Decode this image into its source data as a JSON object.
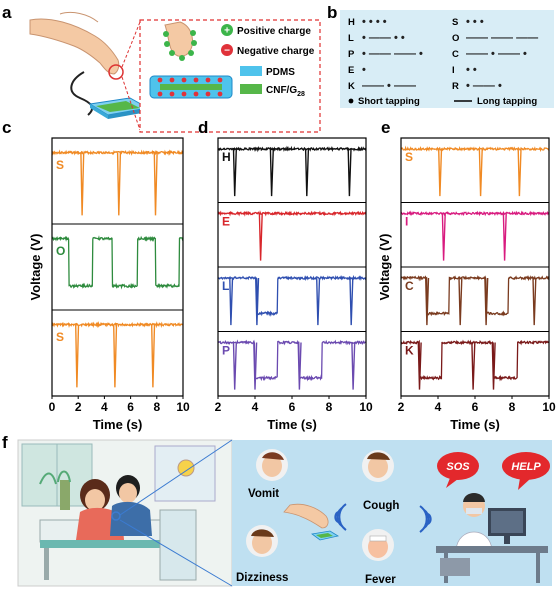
{
  "panel_labels": {
    "a": "a",
    "b": "b",
    "c": "c",
    "d": "d",
    "e": "e",
    "f": "f"
  },
  "panel_a": {
    "legend": {
      "positive": "Positive charge",
      "negative": "Negative charge",
      "pdms": "PDMS",
      "cnf": "CNF/G",
      "cnf_sub": "28"
    },
    "colors": {
      "pdms": "#4fc3ec",
      "cnf": "#56b749",
      "positive": "#3cb54a",
      "negative": "#e0323a"
    }
  },
  "panel_b": {
    "background": "#d8edf6",
    "codes": [
      {
        "letter": "H",
        "symbols": "•  •  •  •"
      },
      {
        "letter": "S",
        "symbols": "•  •  •"
      },
      {
        "letter": "L",
        "symbols": "•  ——  •  •"
      },
      {
        "letter": "O",
        "symbols": "——  ——  ——"
      },
      {
        "letter": "P",
        "symbols": "•  ——  ——  •"
      },
      {
        "letter": "C",
        "symbols": "——  •  ——  •"
      },
      {
        "letter": "E",
        "symbols": "•"
      },
      {
        "letter": "I",
        "symbols": "•  •"
      },
      {
        "letter": "K",
        "symbols": "——  •  ——"
      },
      {
        "letter": "R",
        "symbols": "•  ——  •"
      }
    ],
    "legend_short": "Short tapping",
    "legend_long": "Long tapping"
  },
  "chart_data": [
    {
      "id": "c",
      "type": "line",
      "xlabel": "Time (s)",
      "ylabel": "Voltage (V)",
      "xlim": [
        0,
        10
      ],
      "xticks": [
        0,
        2,
        4,
        6,
        8,
        10
      ],
      "series": [
        {
          "name": "S",
          "color": "#f08a24",
          "pattern": "pulses",
          "events": [
            2.3,
            5.1,
            7.9
          ]
        },
        {
          "name": "O",
          "color": "#2e8b3e",
          "pattern": "dashes",
          "events": [
            [
              1.3,
              3.1
            ],
            [
              4.6,
              6.5
            ],
            [
              7.9,
              9.7
            ]
          ]
        },
        {
          "name": "S",
          "color": "#f08a24",
          "pattern": "pulses",
          "events": [
            1.9,
            4.8,
            7.7
          ]
        }
      ]
    },
    {
      "id": "d",
      "type": "line",
      "xlabel": "Time (s)",
      "ylabel": "",
      "xlim": [
        2,
        10
      ],
      "xticks": [
        2,
        4,
        6,
        8,
        10
      ],
      "series": [
        {
          "name": "H",
          "color": "#111111",
          "pattern": "pulses",
          "events": [
            2.9,
            4.9,
            6.8,
            9.1
          ]
        },
        {
          "name": "E",
          "color": "#d8262b",
          "pattern": "pulses",
          "events": [
            4.3
          ]
        },
        {
          "name": "L",
          "color": "#2f4fb0",
          "pattern": "mixed",
          "events": [
            2.7,
            [
              4.1,
              5.2
            ],
            7.4,
            9.2
          ]
        },
        {
          "name": "P",
          "color": "#6b4ab0",
          "pattern": "mixed",
          "events": [
            2.9,
            [
              4.0,
              5.2
            ],
            [
              6.4,
              7.6
            ],
            9.3
          ]
        }
      ]
    },
    {
      "id": "e",
      "type": "line",
      "xlabel": "Time (s)",
      "ylabel": "Voltage (V)",
      "xlim": [
        2,
        10
      ],
      "xticks": [
        2,
        4,
        6,
        8,
        10
      ],
      "series": [
        {
          "name": "S",
          "color": "#f08a24",
          "pattern": "pulses",
          "events": [
            4.1,
            6.3,
            8.4
          ]
        },
        {
          "name": "I",
          "color": "#d81b7f",
          "pattern": "pulses",
          "events": [
            4.3,
            7.6
          ]
        },
        {
          "name": "C",
          "color": "#7a3b1f",
          "pattern": "mixed",
          "events": [
            [
              3.4,
              4.6
            ],
            5.2,
            [
              6.6,
              7.8
            ],
            9.2
          ]
        },
        {
          "name": "K",
          "color": "#7a1a1a",
          "pattern": "mixed",
          "events": [
            [
              3.0,
              4.2
            ],
            5.9,
            [
              7.0,
              8.3
            ]
          ]
        }
      ]
    }
  ],
  "panel_f": {
    "symptoms": [
      "Vomit",
      "Cough",
      "Dizziness",
      "Fever"
    ],
    "bubbles": [
      "SOS",
      "HELP"
    ],
    "colors": {
      "background": "#bfe0f1",
      "bubble": "#e3282c"
    }
  }
}
